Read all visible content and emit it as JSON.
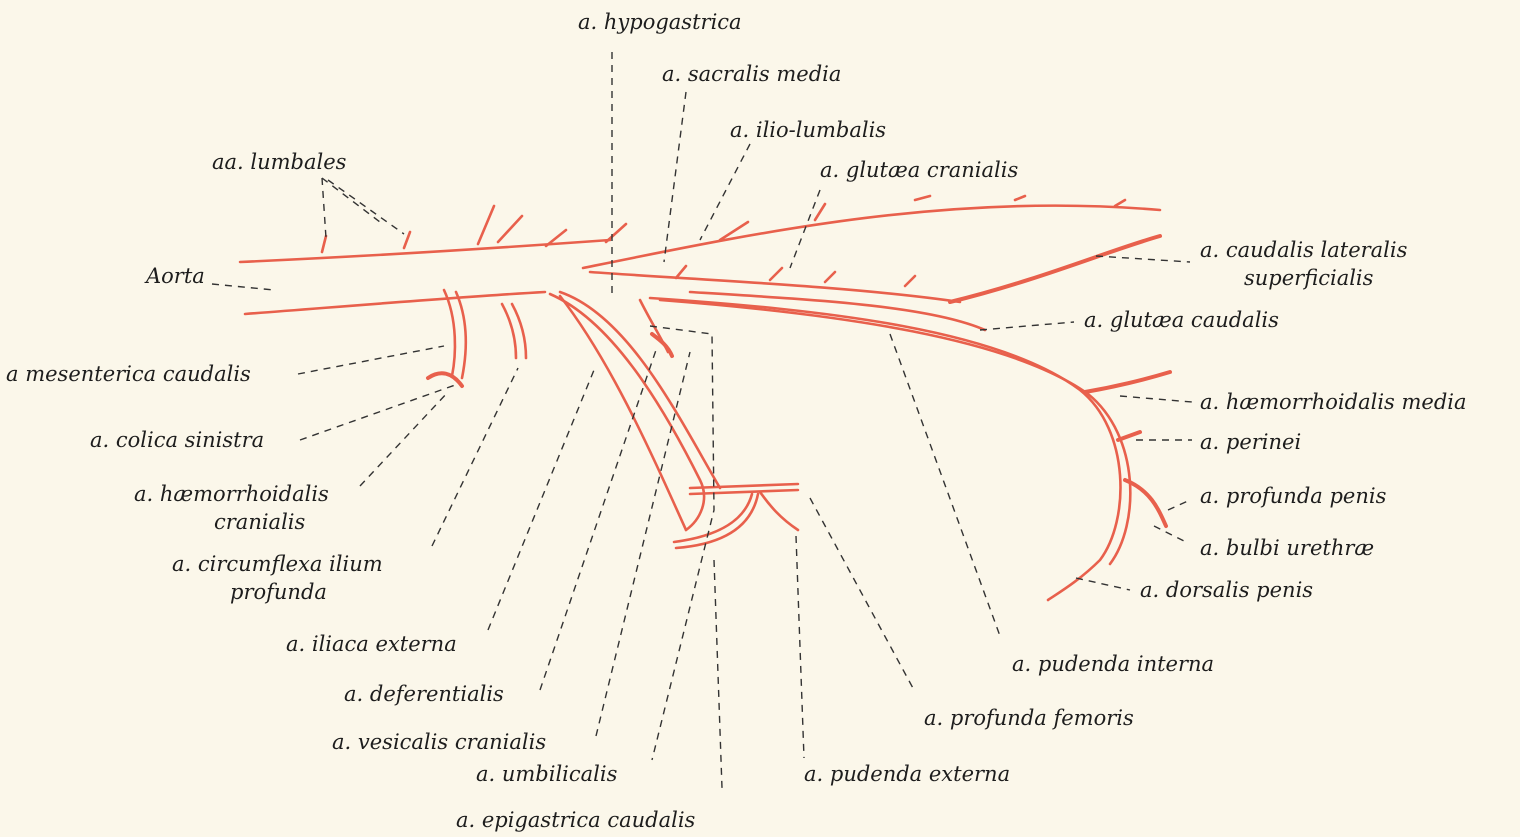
{
  "labels": {
    "hypogastrica": "a. hypogastrica",
    "sacralis_media": "a. sacralis media",
    "ilio_lumbalis": "a. ilio-lumbalis",
    "lumbales": "aa. lumbales",
    "glutaea_cranialis": "a. glutæa cranialis",
    "aorta": "Aorta",
    "caudalis_lateralis_1": "a. caudalis lateralis",
    "caudalis_lateralis_2": "superficialis",
    "glutaea_caudalis": "a. glutæa caudalis",
    "mesenterica_caudalis": "a  mesenterica caudalis",
    "haemorrhoidalis_media": "a. hæmorrhoidalis media",
    "colica_sinistra": "a. colica sinistra",
    "perinei": "a. perinei",
    "haemorrhoidalis_cranialis_1": "a. hæmorrhoidalis",
    "haemorrhoidalis_cranialis_2": "cranialis",
    "profunda_penis": "a. profunda penis",
    "bulbi_urethrae": "a. bulbi urethræ",
    "circumflexa_1": "a. circumflexa ilium",
    "circumflexa_2": "profunda",
    "dorsalis_penis": "a. dorsalis penis",
    "iliaca_externa": "a. iliaca externa",
    "pudenda_interna": "a. pudenda interna",
    "deferentialis": "a. deferentialis",
    "profunda_femoris": "a. profunda femoris",
    "vesicalis_cranialis": "a. vesicalis cranialis",
    "umbilicalis": "a. umbilicalis",
    "pudenda_externa": "a. pudenda externa",
    "epigastrica_caudalis": "a. epigastrica caudalis"
  },
  "colors": {
    "background": "#fbf7ea",
    "artery": "#e8604c",
    "text": "#1d1d1d",
    "leader": "#333333"
  }
}
